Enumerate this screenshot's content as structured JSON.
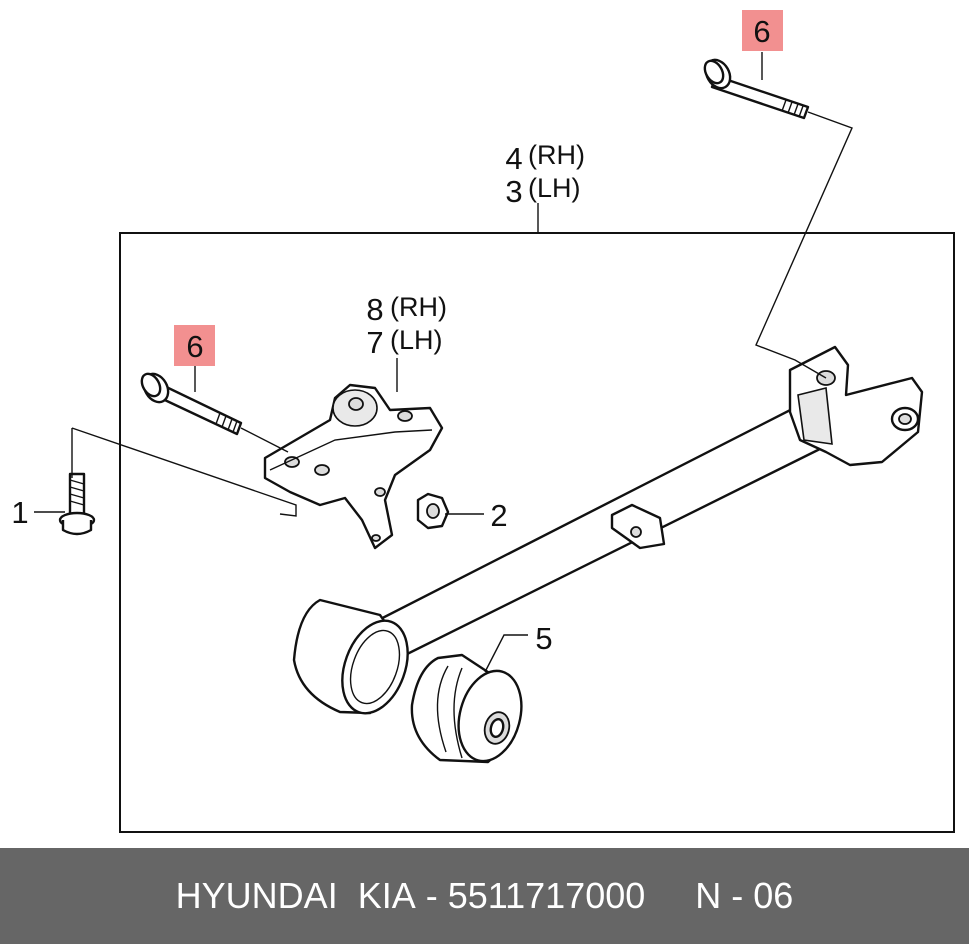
{
  "callouts": {
    "bolt_top": "6",
    "bolt_left": "6",
    "beam_rh_num": "4",
    "beam_rh_side": "(RH)",
    "beam_lh_num": "3",
    "beam_lh_side": "(LH)",
    "bracket_rh_num": "8",
    "bracket_rh_side": "(RH)",
    "bracket_lh_num": "7",
    "bracket_lh_side": "(LH)",
    "bolt_small": "1",
    "nut": "2",
    "bushing": "5"
  },
  "colors": {
    "highlight": "#f29090",
    "footer_bg": "#666666",
    "footer_text": "#ffffff"
  },
  "footer": {
    "brand": "HYUNDAI  KIA",
    "separator": " - ",
    "part_number": "5511717000",
    "page_code": "N - 06"
  }
}
